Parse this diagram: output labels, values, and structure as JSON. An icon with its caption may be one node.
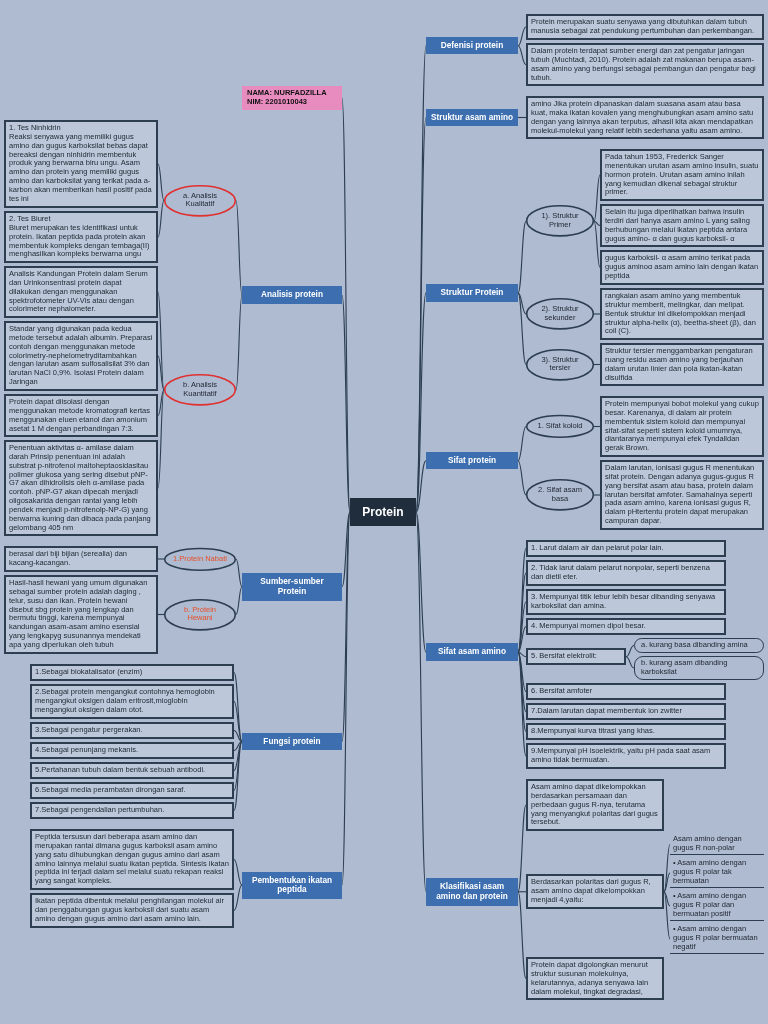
{
  "diagram": {
    "nodes": [
      {
        "text": [
          "Protein"
        ]
      },
      {
        "text": [
          "NAMA: NURFADZILLA",
          "NIM: 2201010043"
        ]
      },
      {
        "text": [
          "Analisis protein"
        ]
      },
      {
        "text": [
          "a. Analisis Kualitatif"
        ]
      },
      {
        "text": [
          "1. Tes Ninhidrin",
          "Reaksi senyawa yang memiliki gugus amino dan gugus karboksilat bebas dapat bereaksi dengan ninhidrin membentuk produk yang berwarna biru ungu. Asam amino dan protein yang memiliki gugus amino dan karboksilat yang terikat pada a-karbon akan memberikan hasil positif pada tes ini"
        ]
      },
      {
        "text": [
          "2. Tes Biuret",
          "Biuret merupakan tes identifikasi untuk protein. Ikatan peptida pada protein akan membentuk kompleks dengan tembaga(II) menghasilkan kompleks berwarna ungu"
        ]
      },
      {
        "text": [
          "b. Analisis Kuantitatif"
        ]
      },
      {
        "text": [
          "Analisis Kandungan Protein dalam Serum dan Urinkonsentrasi protein dapat dilakukan dengan menggunakan spektrofotometer UV-Vis atau dengan colorimeter nephalometer."
        ]
      },
      {
        "text": [
          "Standar yang digunakan pada kedua metode tersebut adalah albumin. Preparasi contoh dengan menggunakan metode colorimetry-nephelometryditambahkan dengan larutan asam sulfosalisilat 3% dan larutan NaCl 0,9%. Isolasi Protein dalam Jaringan"
        ]
      },
      {
        "text": [
          "Protein dapat diisolasi dengan menggunakan metode kromatografi kertas menggunakan eluen etanol dan amonium asetat 1 M dengan perbandingan 7:3."
        ]
      },
      {
        "text": [
          "Penentuan aktivitas α- amilase dalam darah Prinsip penentuan ini adalah substrat p-nitrofenol maltoheptaosidasitau polimer glukosa yang sering disebut pNP-G7 akan dihidrolisis oleh α-amilase pada contoh. pNP-G7 akan dipecah menjadi oligosakarida dengan rantai yang lebih pendek menjadi p-nitrofenolp-NP-G) yang berwarna kuning dan dibaca pada panjang gelombang 405 nm"
        ]
      },
      {
        "text": [
          "Sumber-sumber Protein"
        ]
      },
      {
        "text": [
          "1.Protein Nabati"
        ]
      },
      {
        "text": [
          "berasal dari biji bijian (serealia) dan kacang-kacangan."
        ]
      },
      {
        "text": [
          "b. Protein Hewani"
        ]
      },
      {
        "text": [
          "Hasil-hasil hewani yang umum digunakan sebagai sumber protein adalah daging , telur, susu dan ikan. Protein hewani disebut sbg protein yang lengkap dan bermutu tinggi, karena mempunyai kandungan asam-asam amino esensial yang lengkapyg susunannya mendekati apa yang diperlukan oleh tubuh"
        ]
      },
      {
        "text": [
          "Fungsi protein"
        ]
      },
      {
        "text": [
          "1.Sebagai biokatalisator (enzim)"
        ]
      },
      {
        "text": [
          "2.Sebagai protein mengangkut contohnya hemoglobin mengangkut oksigen dalam eritrosit,mioglobin mengangkut oksigen dalam otot."
        ]
      },
      {
        "text": [
          "3.Sebagai pengatur pergerakan."
        ]
      },
      {
        "text": [
          "4.Sebagai penunjang mekanis."
        ]
      },
      {
        "text": [
          "5.Pertahanan tubuh dalam bentuk sebuah antibodi."
        ]
      },
      {
        "text": [
          "6.Sebagai media perambatan dirongan saraf."
        ]
      },
      {
        "text": [
          "7.Sebagai pengendalian pertumbuhan."
        ]
      },
      {
        "text": [
          "Pembentukan ikatan peptida"
        ]
      },
      {
        "text": [
          "Peptida tersusun dari beberapa asam amino dan merupakan rantai dimana gugus karboksil asam amino yang satu dihubungkan dengan gugus amino dari asam amino lainnya melalui suatu ikatan peptida. Sintesis ikatan peptida ini terjadi dalam sel melalui suatu rekapan reaksi yang sangat kompleks."
        ]
      },
      {
        "text": [
          "Ikatan peptida dibentuk melalui penghilangan molekul air dan penggabungan gugus karboksil dari suatu asam amino dengan gugus amino dari asam amino lain."
        ]
      },
      {
        "text": [
          "Sifat protein"
        ]
      },
      {
        "text": [
          "1. Sifat koloid"
        ]
      },
      {
        "text": [
          "Protein mempunyai bobot molekul yang cukup besar. Karenanya, di dalam air protein membentuk sistem koloid dan mempunyai sifat-sifat seperti sistem koloid umumnya, diantaranya mempunyai efek Tyndalldan gerak Brown."
        ]
      },
      {
        "text": [
          "2. Sifat asam basa"
        ]
      },
      {
        "text": [
          "Dalam larutan, ionisasi gugus R menentukan sifat protein. Dengan adanya gugus-gugus R yang bersifat asam atau basa, protein dalam larutan bersifat amfoter. Samahalnya seperti pada asam amino, karena ionisasi gugus R, dalam pHtertentu protein dapat merupakan campuran dapar."
        ]
      },
      {
        "text": [
          "Sifat asam amino"
        ]
      },
      {
        "text": [
          "1. Larut dalam air dan pelarut polar lain."
        ]
      },
      {
        "text": [
          "2. Tidak larut dalam pelarut nonpolar, seperti benzena dan dietil eter."
        ]
      },
      {
        "text": [
          "3. Mempunyai titik lebur lebih besar dibanding senyawa karboksilat dan amina."
        ]
      },
      {
        "text": [
          "4. Mempunyai momen dipol besar."
        ]
      },
      {
        "text": [
          "5. Bersifat elektrolit:"
        ]
      },
      {
        "text": [
          "a. kurang basa dibanding amina"
        ]
      },
      {
        "text": [
          "b. kurang asam dibanding karboksilat"
        ]
      },
      {
        "text": [
          "6. Bersifat amfoter"
        ]
      },
      {
        "text": [
          "7.Dalam larutan dapat membentuk ion zwitter"
        ]
      },
      {
        "text": [
          "8.Mempunyai kurva titrasi yang khas."
        ]
      },
      {
        "text": [
          "9.Mempunyai pH isoelektrik, yaitu pH pada saat asam amino tidak bermuatan."
        ]
      },
      {
        "text": [
          "Klasifikasi asam amino dan protein"
        ]
      },
      {
        "text": [
          "Asam amino dapat dikelompokkan berdasarkan persamaan dan perbedaan gugus R-nya, terutama yang menyangkut polaritas dari gugus tersebut."
        ]
      },
      {
        "text": [
          "Berdasarkan polaritas dari gugus R, asam amino dapat dikelompokkan menjadi 4,yaitu:"
        ]
      },
      {
        "text": [
          "Asam amino dengan gugus R non-polar"
        ]
      },
      {
        "text": [
          "• Asam amino dengan gugus R polar tak bermuatan"
        ]
      },
      {
        "text": [
          "• Asam amino dengan gugus R polar dan bermuatan positif"
        ]
      },
      {
        "text": [
          "• Asam amino dengan gugus R polar bermuatan negatif"
        ]
      },
      {
        "text": [
          "Protein dapat digolongkan menurut struktur susunan molekulnya, kelarutannya, adanya senyawa lain dalam molekul, tingkat degradasi,"
        ]
      },
      {
        "text": [
          "Defenisi protein"
        ]
      },
      {
        "text": [
          "Protein merupakan suatu senyawa yang dibutuhkan dalam tubuh manusia sebagai zat pendukung pertumbuhan dan perkembangan."
        ]
      },
      {
        "text": [
          "Dalam protein terdapat sumber energi dan zat pengatur jaringan tubuh (Muchtadi, 2010). Protein adalah zat makanan berupa asam-asam amino yang berfungsi sebagai pembangun dan pengatur bagi tubuh."
        ]
      },
      {
        "text": [
          "Struktur asam amino"
        ]
      },
      {
        "text": [
          "amino Jika protein dipanaskan dalam suasana asam atau basa kuat, maka ikatan kovalen yang menghubungkan asam amino satu dengan yang lainnya akan terputus, alhasil kita akan mendapatkan molekul-molekul yang relatif lebih sederhana yaitu asam amino."
        ]
      },
      {
        "text": [
          "Struktur Protein"
        ]
      },
      {
        "text": [
          "1). Struktur Primer"
        ]
      },
      {
        "text": [
          "Pada tahun 1953, Frederick Sanger menentukan urutan asam amino insulin, suatu hormon protein. Urutan asam amino inilah yang kemudian dikenal sebagai struktur primer."
        ]
      },
      {
        "text": [
          "Selain itu juga diperlihatkan bahwa insulin terdiri dari hanya asam amino L yang saling berhubungan melalui ikatan peptida antara gugus amino- α dan gugus karboksil- α"
        ]
      },
      {
        "text": [
          "gugus karboksil- α asam amino terikat pada gugus aminoα asam amino lain dengan ikatan peptida"
        ]
      },
      {
        "text": [
          "2). Struktur sekunder"
        ]
      },
      {
        "text": [
          "rangkaian asam amino yang membentuk struktur memberit, melingkar, dan melipat. Bentuk struktur ini dikelompokkan menjadi struktur alpha-helix (α), beetha-sheet (β), dan coil (C)."
        ]
      },
      {
        "text": [
          "3). Struktur tersier"
        ]
      },
      {
        "text": [
          "Struktur tersier menggambarkan pengaturan ruang residu asam amino yang berjauhan dalam urutan linier dan pola ikatan-ikatan disulfida"
        ]
      }
    ],
    "edges": [
      {
        "from": 0,
        "to": 1,
        "arrow": "none"
      },
      {
        "from": 0,
        "to": 2,
        "arrow": "none"
      },
      {
        "from": 2,
        "to": 3,
        "arrow": "none"
      },
      {
        "from": 3,
        "to": 4,
        "arrow": "none"
      },
      {
        "from": 3,
        "to": 5,
        "arrow": "none"
      },
      {
        "from": 2,
        "to": 6,
        "arrow": "none"
      },
      {
        "from": 6,
        "to": 7,
        "arrow": "none"
      },
      {
        "from": 6,
        "to": 8,
        "arrow": "none"
      },
      {
        "from": 6,
        "to": 9,
        "arrow": "none"
      },
      {
        "from": 6,
        "to": 10,
        "arrow": "none"
      },
      {
        "from": 0,
        "to": 11,
        "arrow": "none"
      },
      {
        "from": 11,
        "to": 12,
        "arrow": "none"
      },
      {
        "from": 12,
        "to": 13,
        "arrow": "none"
      },
      {
        "from": 11,
        "to": 14,
        "arrow": "none"
      },
      {
        "from": 14,
        "to": 15,
        "arrow": "none"
      },
      {
        "from": 0,
        "to": 16,
        "arrow": "none"
      },
      {
        "from": 16,
        "to": 17,
        "arrow": "none"
      },
      {
        "from": 16,
        "to": 18,
        "arrow": "none"
      },
      {
        "from": 16,
        "to": 19,
        "arrow": "none"
      },
      {
        "from": 16,
        "to": 20,
        "arrow": "none"
      },
      {
        "from": 16,
        "to": 21,
        "arrow": "none"
      },
      {
        "from": 16,
        "to": 22,
        "arrow": "none"
      },
      {
        "from": 16,
        "to": 23,
        "arrow": "none"
      },
      {
        "from": 0,
        "to": 24,
        "arrow": "none"
      },
      {
        "from": 24,
        "to": 25,
        "arrow": "none"
      },
      {
        "from": 24,
        "to": 26,
        "arrow": "none"
      },
      {
        "from": 0,
        "to": 27,
        "arrow": "none"
      },
      {
        "from": 27,
        "to": 28,
        "arrow": "none"
      },
      {
        "from": 28,
        "to": 29,
        "arrow": "none"
      },
      {
        "from": 27,
        "to": 30,
        "arrow": "none"
      },
      {
        "from": 30,
        "to": 31,
        "arrow": "none"
      },
      {
        "from": 0,
        "to": 32,
        "arrow": "none"
      },
      {
        "from": 32,
        "to": 33,
        "arrow": "none"
      },
      {
        "from": 32,
        "to": 34,
        "arrow": "none"
      },
      {
        "from": 32,
        "to": 35,
        "arrow": "none"
      },
      {
        "from": 32,
        "to": 36,
        "arrow": "none"
      },
      {
        "from": 32,
        "to": 37,
        "arrow": "none"
      },
      {
        "from": 37,
        "to": 38,
        "arrow": "none"
      },
      {
        "from": 37,
        "to": 39,
        "arrow": "none"
      },
      {
        "from": 32,
        "to": 40,
        "arrow": "none"
      },
      {
        "from": 32,
        "to": 41,
        "arrow": "none"
      },
      {
        "from": 32,
        "to": 42,
        "arrow": "none"
      },
      {
        "from": 32,
        "to": 43,
        "arrow": "none"
      },
      {
        "from": 0,
        "to": 44,
        "arrow": "none"
      },
      {
        "from": 44,
        "to": 45,
        "arrow": "none"
      },
      {
        "from": 44,
        "to": 46,
        "arrow": "none"
      },
      {
        "from": 46,
        "to": 47,
        "arrow": "none"
      },
      {
        "from": 46,
        "to": 48,
        "arrow": "none"
      },
      {
        "from": 46,
        "to": 49,
        "arrow": "none"
      },
      {
        "from": 46,
        "to": 50,
        "arrow": "none"
      },
      {
        "from": 44,
        "to": 51,
        "arrow": "none"
      },
      {
        "from": 0,
        "to": 52,
        "arrow": "none"
      },
      {
        "from": 52,
        "to": 53,
        "arrow": "none"
      },
      {
        "from": 52,
        "to": 54,
        "arrow": "none"
      },
      {
        "from": 0,
        "to": 55,
        "arrow": "none"
      },
      {
        "from": 55,
        "to": 56,
        "arrow": "none"
      },
      {
        "from": 0,
        "to": 57,
        "arrow": "none"
      },
      {
        "from": 57,
        "to": 58,
        "arrow": "none"
      },
      {
        "from": 58,
        "to": 59,
        "arrow": "none"
      },
      {
        "from": 58,
        "to": 60,
        "arrow": "none"
      },
      {
        "from": 58,
        "to": 61,
        "arrow": "none"
      },
      {
        "from": 57,
        "to": 62,
        "arrow": "none"
      },
      {
        "from": 62,
        "to": 63,
        "arrow": "none"
      },
      {
        "from": 57,
        "to": 64,
        "arrow": "none"
      },
      {
        "from": 64,
        "to": 65,
        "arrow": "none"
      }
    ]
  }
}
